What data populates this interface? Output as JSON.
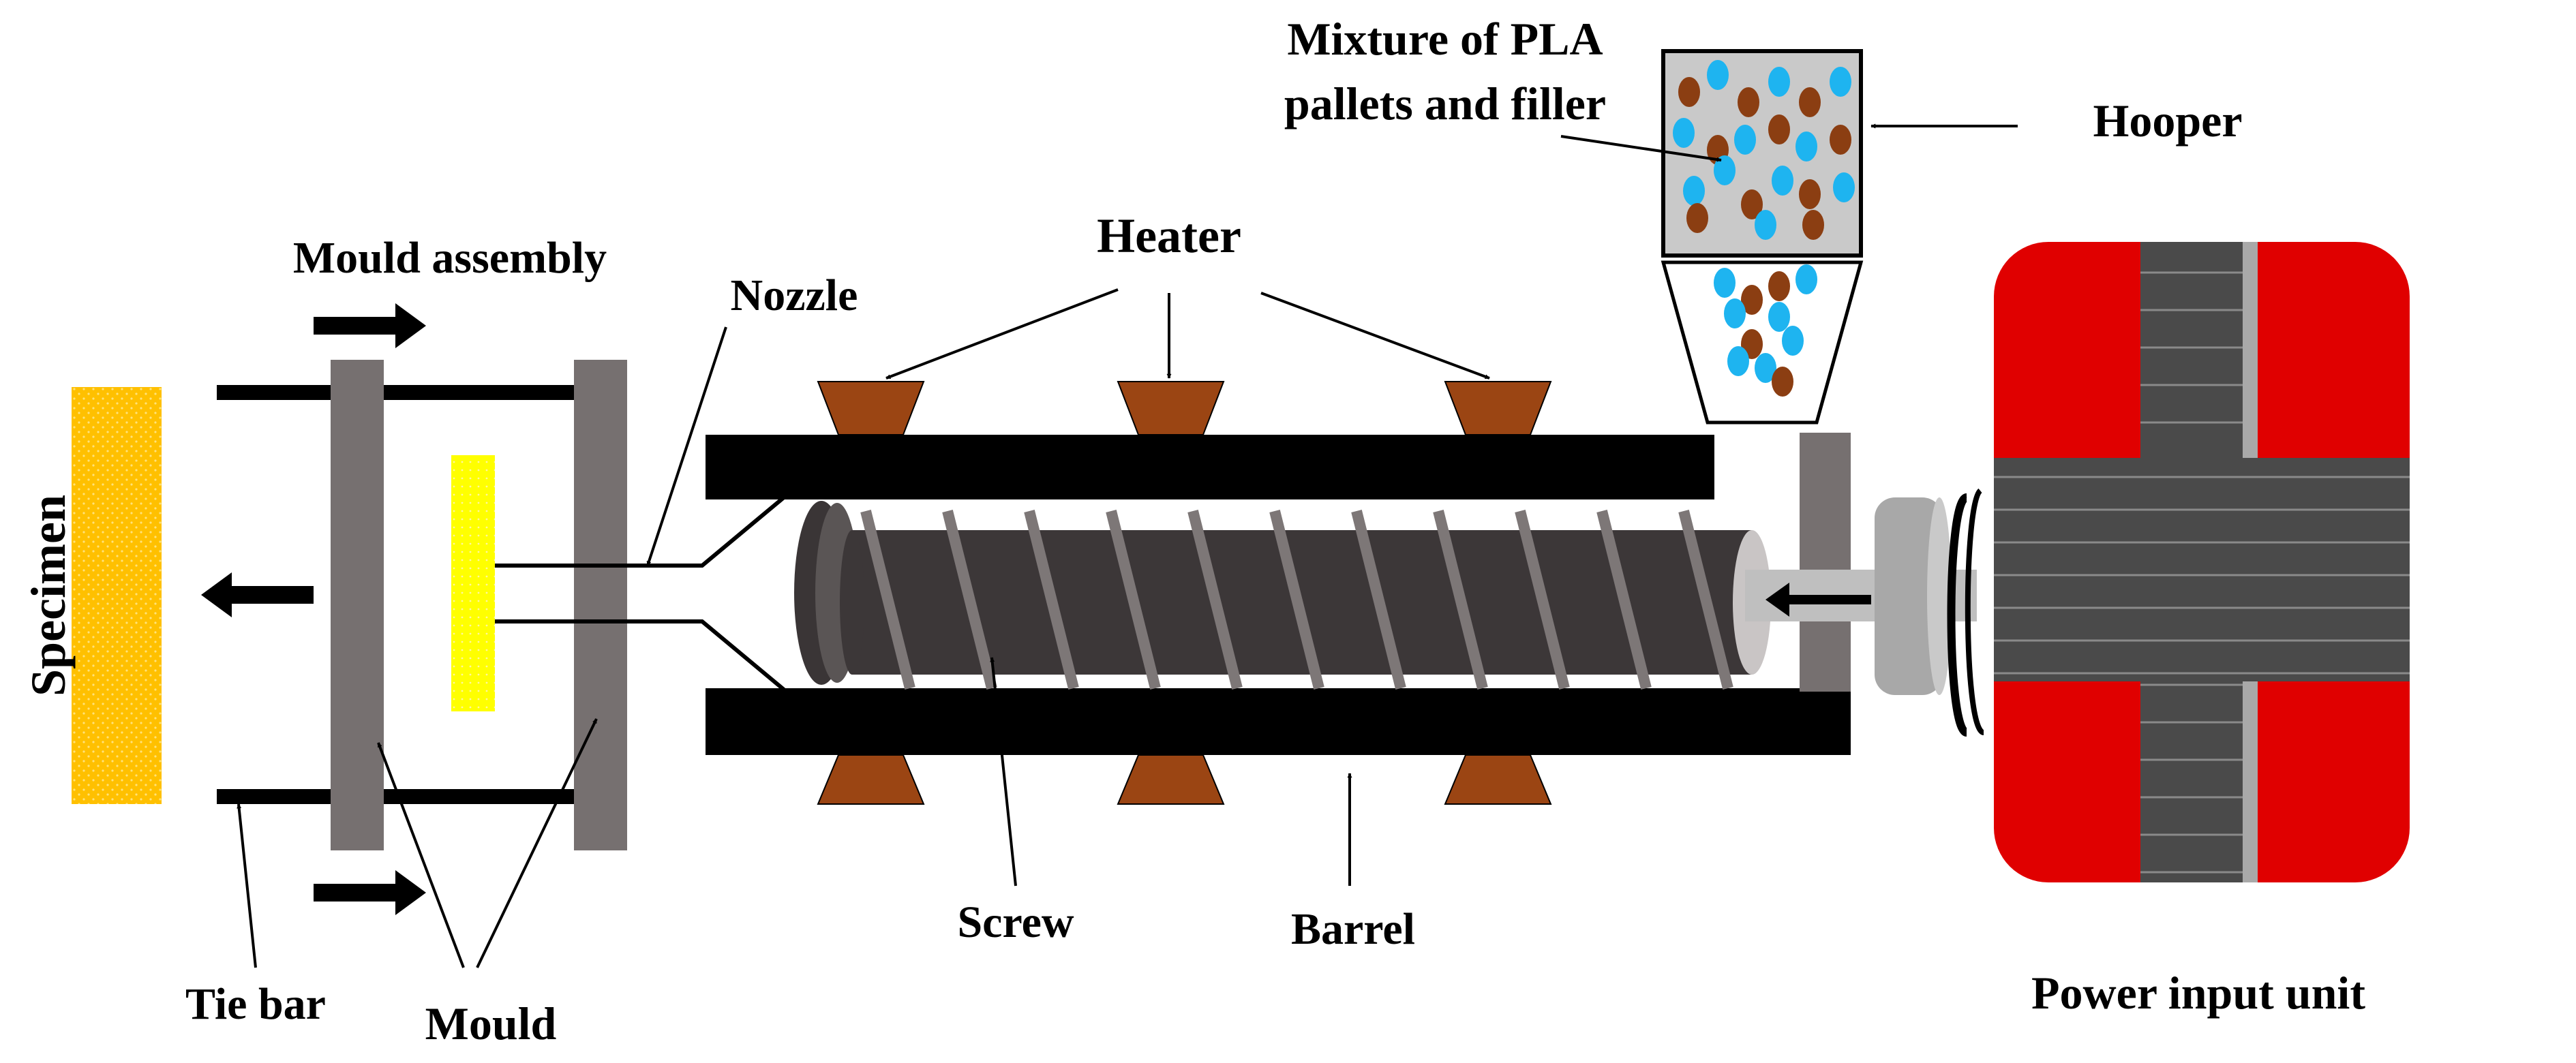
{
  "labels": {
    "mixture_line1": "Mixture of PLA",
    "mixture_line2": "pallets and filler",
    "hooper": "Hooper",
    "heater": "Heater",
    "mould_assembly": "Mould assembly",
    "nozzle": "Nozzle",
    "specimen": "Specimen",
    "tie_bar": "Tie bar",
    "mould": "Mould",
    "screw": "Screw",
    "barrel": "Barrel",
    "power_input_unit": "Power input unit"
  },
  "colors": {
    "barrel": "#000000",
    "heater": "#9B4513",
    "mould_plate": "#767070",
    "hopper_bg": "#C9C9C9",
    "pellet_pla": "#8B3E12",
    "pellet_filler": "#1EB4F0",
    "specimen": "#FFC000",
    "mould_cavity": "#FFFF00",
    "power_unit": "#E00000",
    "power_core": "#4A4A4A",
    "screw_body": "#3C3738",
    "screw_flight": "#7D7777"
  }
}
